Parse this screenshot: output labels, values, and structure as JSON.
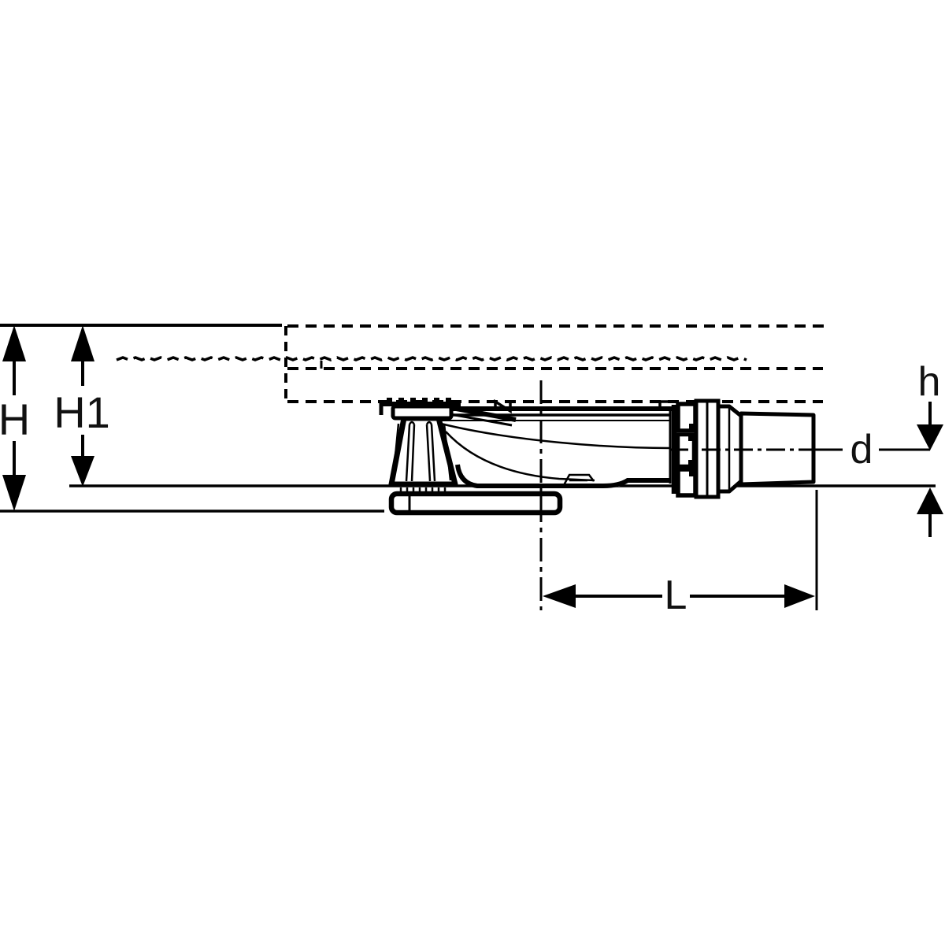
{
  "drawing": {
    "background": "#ffffff",
    "line_color": "#000000",
    "label_color": "#111111",
    "labels": {
      "H": "H",
      "H1": "H1",
      "h": "h",
      "d": "d",
      "L": "L"
    }
  }
}
